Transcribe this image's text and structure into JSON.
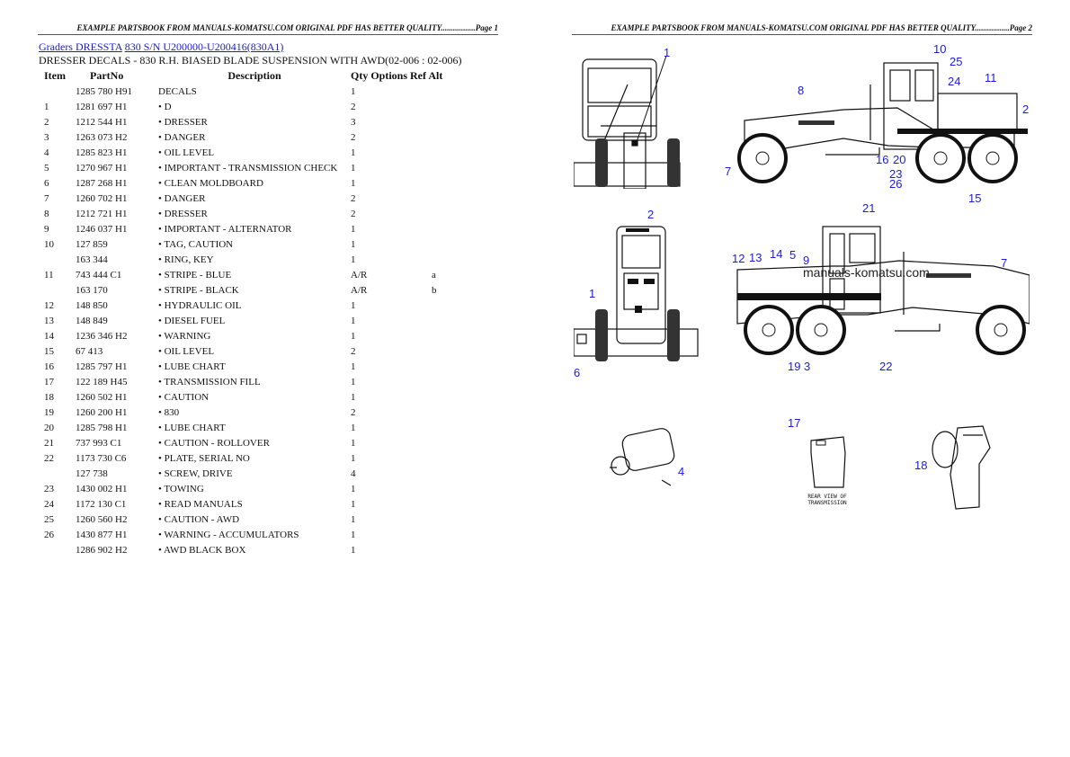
{
  "page1": {
    "header": "EXAMPLE PARTSBOOK FROM MANUALS-KOMATSU.COM ORIGINAL PDF HAS BETTER QUALITY.................Page 1",
    "breadcrumb": [
      {
        "label": "Graders DRESSTA"
      },
      {
        "label": "830 S/N U200000-U200416(830A1)"
      }
    ],
    "title": "DRESSER DECALS - 830 R.H. BIASED BLADE SUSPENSION WITH AWD(02-006 : 02-006)",
    "columns": [
      "Item",
      "PartNo",
      "Description",
      "Qty Options Ref Alt"
    ],
    "rows": [
      {
        "item": "",
        "part": "1285 780 H91",
        "desc": "DECALS",
        "qty": "1",
        "ref": ""
      },
      {
        "item": "1",
        "part": "1281 697 H1",
        "desc": "• D",
        "qty": "2",
        "ref": ""
      },
      {
        "item": "2",
        "part": "1212 544 H1",
        "desc": "• DRESSER",
        "qty": "3",
        "ref": ""
      },
      {
        "item": "3",
        "part": "1263 073 H2",
        "desc": "• DANGER",
        "qty": "2",
        "ref": ""
      },
      {
        "item": "4",
        "part": "1285 823 H1",
        "desc": "• OIL LEVEL",
        "qty": "1",
        "ref": ""
      },
      {
        "item": "5",
        "part": "1270 967 H1",
        "desc": "• IMPORTANT - TRANSMISSION CHECK",
        "qty": "1",
        "ref": ""
      },
      {
        "item": "6",
        "part": "1287 268 H1",
        "desc": "• CLEAN MOLDBOARD",
        "qty": "1",
        "ref": ""
      },
      {
        "item": "7",
        "part": "1260 702 H1",
        "desc": "• DANGER",
        "qty": "2",
        "ref": ""
      },
      {
        "item": "8",
        "part": "1212 721 H1",
        "desc": "• DRESSER",
        "qty": "2",
        "ref": ""
      },
      {
        "item": "9",
        "part": "1246 037 H1",
        "desc": "• IMPORTANT - ALTERNATOR",
        "qty": "1",
        "ref": ""
      },
      {
        "item": "10",
        "part": "127 859",
        "desc": "• TAG, CAUTION",
        "qty": "1",
        "ref": ""
      },
      {
        "item": "",
        "part": "163 344",
        "desc": "• RING, KEY",
        "qty": "1",
        "ref": ""
      },
      {
        "item": "11",
        "part": "743 444 C1",
        "desc": "• STRIPE - BLUE",
        "qty": "A/R",
        "ref": "a"
      },
      {
        "item": "",
        "part": "163 170",
        "desc": "• STRIPE - BLACK",
        "qty": "A/R",
        "ref": "b"
      },
      {
        "item": "12",
        "part": "148 850",
        "desc": "• HYDRAULIC OIL",
        "qty": "1",
        "ref": ""
      },
      {
        "item": "13",
        "part": "148 849",
        "desc": "• DIESEL FUEL",
        "qty": "1",
        "ref": ""
      },
      {
        "item": "14",
        "part": "1236 346 H2",
        "desc": "• WARNING",
        "qty": "1",
        "ref": ""
      },
      {
        "item": "15",
        "part": "67 413",
        "desc": "• OIL LEVEL",
        "qty": "2",
        "ref": ""
      },
      {
        "item": "16",
        "part": "1285 797 H1",
        "desc": "• LUBE CHART",
        "qty": "1",
        "ref": ""
      },
      {
        "item": "17",
        "part": "122 189 H45",
        "desc": "• TRANSMISSION FILL",
        "qty": "1",
        "ref": ""
      },
      {
        "item": "18",
        "part": "1260 502 H1",
        "desc": "• CAUTION",
        "qty": "1",
        "ref": ""
      },
      {
        "item": "19",
        "part": "1260 200 H1",
        "desc": "• 830",
        "qty": "2",
        "ref": ""
      },
      {
        "item": "20",
        "part": "1285 798 H1",
        "desc": "• LUBE CHART",
        "qty": "1",
        "ref": ""
      },
      {
        "item": "21",
        "part": "737 993 C1",
        "desc": "• CAUTION - ROLLOVER",
        "qty": "1",
        "ref": ""
      },
      {
        "item": "22",
        "part": "1173 730 C6",
        "desc": "• PLATE, SERIAL NO",
        "qty": "1",
        "ref": ""
      },
      {
        "item": "",
        "part": "127 738",
        "desc": "• SCREW, DRIVE",
        "qty": "4",
        "ref": ""
      },
      {
        "item": "23",
        "part": "1430 002 H1",
        "desc": "• TOWING",
        "qty": "1",
        "ref": ""
      },
      {
        "item": "24",
        "part": "1172 130 C1",
        "desc": "• READ MANUALS",
        "qty": "1",
        "ref": ""
      },
      {
        "item": "25",
        "part": "1260 560 H2",
        "desc": "• CAUTION - AWD",
        "qty": "1",
        "ref": ""
      },
      {
        "item": "26",
        "part": "1430 877 H1",
        "desc": "• WARNING - ACCUMULATORS",
        "qty": "1",
        "ref": ""
      },
      {
        "item": "",
        "part": "1286 902 H2",
        "desc": "• AWD BLACK BOX",
        "qty": "1",
        "ref": ""
      }
    ]
  },
  "page2": {
    "header": "EXAMPLE PARTSBOOK FROM MANUALS-KOMATSU.COM ORIGINAL PDF HAS BETTER QUALITY.................Page 2",
    "watermark": "manuals-komatsu.com",
    "caption": [
      "REAR VIEW OF",
      "TRANSMISSION"
    ],
    "callouts": {
      "front_view": [
        "1"
      ],
      "left_side": [
        "8",
        "10",
        "25",
        "24",
        "11",
        "2",
        "7",
        "16",
        "20",
        "23",
        "26",
        "15"
      ],
      "rear_view": [
        "2",
        "1",
        "6"
      ],
      "right_side": [
        "21",
        "12",
        "13",
        "14",
        "5",
        "9",
        "7",
        "19",
        "3",
        "22"
      ],
      "components": [
        "4",
        "17",
        "18"
      ]
    }
  }
}
